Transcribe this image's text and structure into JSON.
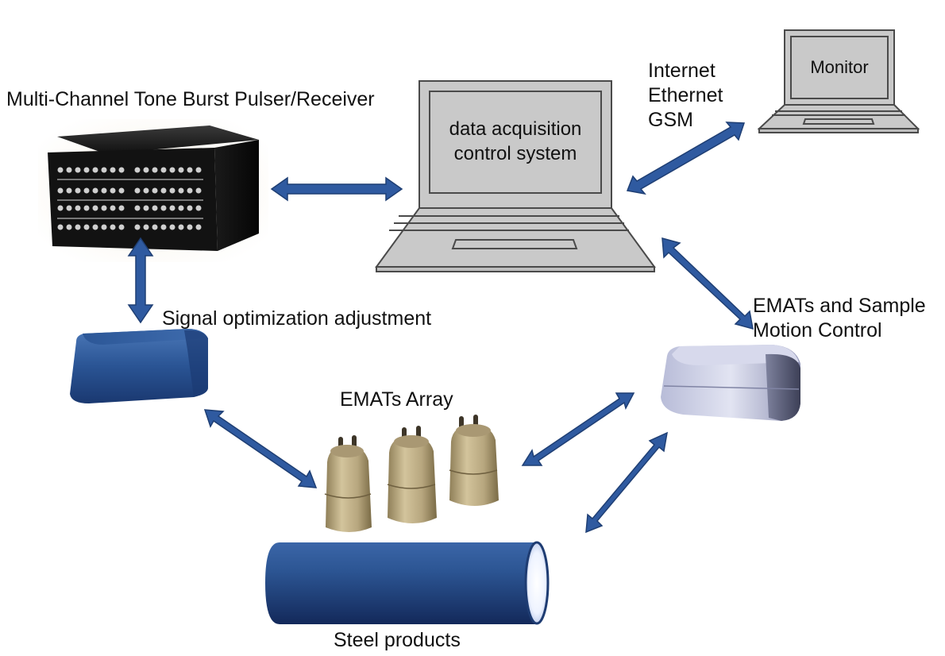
{
  "diagram": {
    "pulser_label": "Multi-Channel Tone Burst Pulser/Receiver",
    "laptop_screen_lines": [
      "data acquisition",
      "control system"
    ],
    "network_lines": [
      "Internet",
      "Ethernet",
      "GSM"
    ],
    "monitor_label": "Monitor",
    "signal_label": "Signal optimization adjustment",
    "motion_lines": [
      "EMATs and Sample",
      "Motion Control"
    ],
    "emat_label": "EMATs Array",
    "steel_label": "Steel products"
  },
  "colors": {
    "arrow": "#2f5aa0",
    "arrow_outline": "#1f3f74",
    "laptop_fill": "#c9c9c9",
    "laptop_outline": "#4a4a4a",
    "box_blue": "#2a5494",
    "emat_gold": "#b7a67e"
  }
}
